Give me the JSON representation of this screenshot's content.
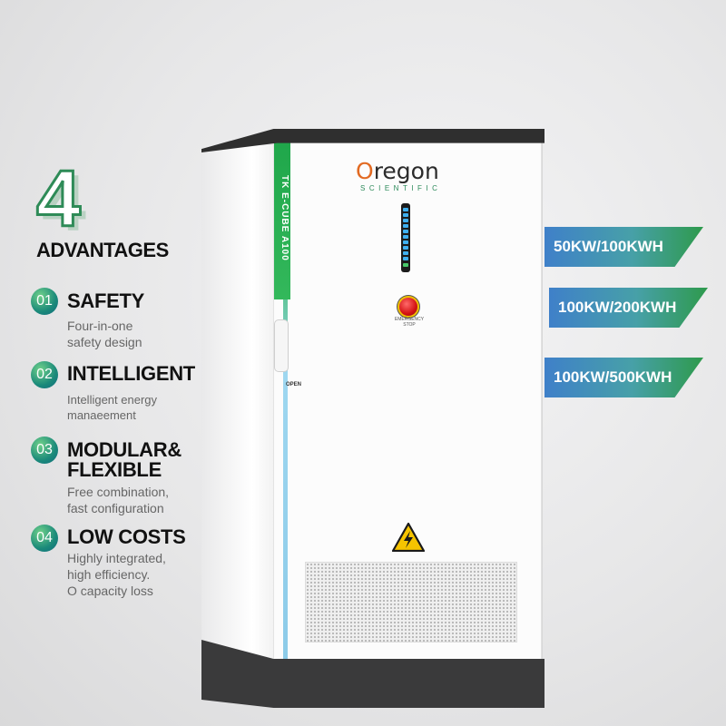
{
  "advantages": {
    "number": "4",
    "title": "ADVANTAGES",
    "items": [
      {
        "num": "01",
        "heading": "SAFETY",
        "desc": [
          "Four-in-one",
          "safety design"
        ]
      },
      {
        "num": "02",
        "heading": "INTELLIGENT",
        "desc": [
          "Intelligent energy",
          "manaeement"
        ]
      },
      {
        "num": "03",
        "heading": "MODULAR&",
        "heading2": "FLEXIBLE",
        "desc": [
          "Free combination,",
          "fast configuration"
        ]
      },
      {
        "num": "04",
        "heading": "LOW COSTS",
        "desc": [
          "Highly integrated,",
          "high efficiency.",
          "O capacity loss"
        ]
      }
    ]
  },
  "capacities": [
    "50KW/100KWH",
    "100KW/200KWH",
    "100KW/500KWH"
  ],
  "cabinet": {
    "brand": "regon",
    "brand_first": "O",
    "brand_sub": "SCIENTIFIC",
    "model": "TK E-CUBE A100",
    "open_label": "OPEN",
    "estop_label": "EMERGENCY STOP"
  },
  "colors": {
    "accent_green": "#2e9a4c",
    "accent_blue": "#3f80c9",
    "cabinet_dark": "#2f2f2f"
  },
  "icons": [
    "warning-high-voltage-icon",
    "emergency-stop-button"
  ]
}
